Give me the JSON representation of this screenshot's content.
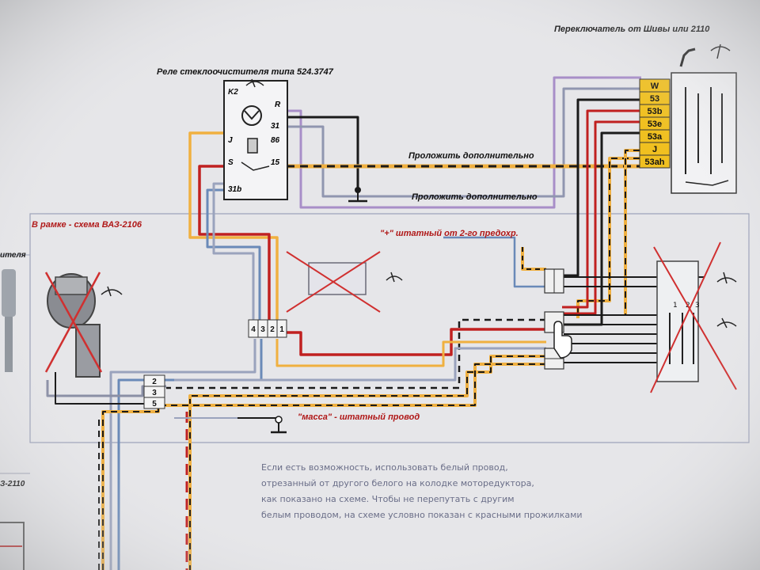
{
  "colors": {
    "background": "#e8e8ea",
    "wire_black": "#1a1a1a",
    "wire_red": "#c02020",
    "wire_orange": "#f0b040",
    "wire_blue": "#6a8ab8",
    "wire_grey": "#8a8fa5",
    "wire_violet": "#a88ec8",
    "label_red": "#b01818",
    "switch_pin_bg": "#f0c020",
    "cross_red": "#d03030"
  },
  "titles": {
    "switch": "Переключатель от Шивы или 2110",
    "relay": "Реле стеклоочистителя типа 524.3747",
    "frame": "В рамке - схема ВАЗ-2106",
    "left_cut": "ителя",
    "left_cut2": "З-2110"
  },
  "relay": {
    "symbol": "K2",
    "pins": {
      "r": "R",
      "p31": "31",
      "p86": "86",
      "j": "J",
      "s": "S",
      "p15": "15",
      "p31b": "31b"
    }
  },
  "switch_pins": [
    "W",
    "53",
    "53b",
    "53e",
    "53a",
    "J",
    "53ah"
  ],
  "wire_notes": {
    "extra_1": "Проложить дополнительно",
    "extra_2": "Проложить дополнительно",
    "fuse": "\"+\" штатный от 2-го предохр.",
    "ground": "\"масса\" - штатный провод"
  },
  "connector_motor": [
    "4",
    "3",
    "2",
    "1"
  ],
  "connector_main": [
    "2",
    "3",
    "5"
  ],
  "switch_block_pins": [
    "1",
    "2",
    "3"
  ],
  "footnote": [
    "Если есть возможность, использовать белый провод,",
    "отрезанный от другого белого на колодке моторедуктора,",
    "как показано на схеме. Чтобы не перепутать с другим",
    "белым проводом, на схеме условно показан с красными прожилками"
  ],
  "icons": [
    "wiper-icon",
    "washer-icon",
    "pointer-hand-icon",
    "wiper-motor-icon",
    "washer-pump-icon",
    "ground-icon"
  ]
}
